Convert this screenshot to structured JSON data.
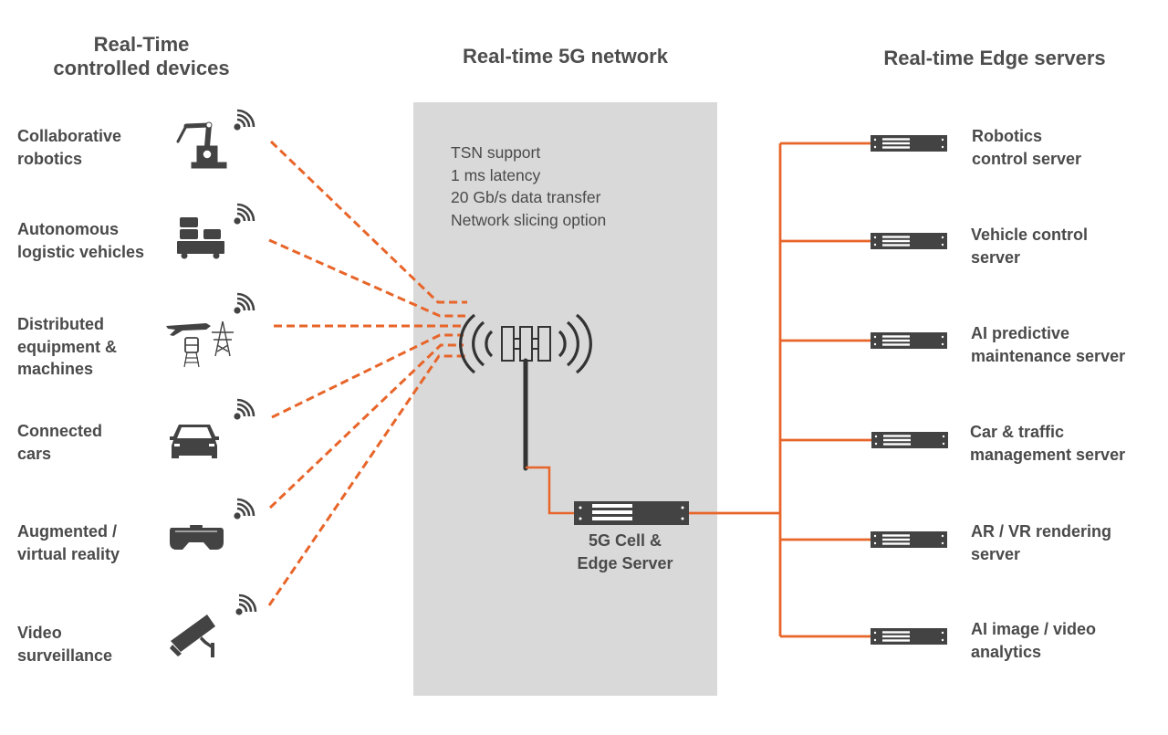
{
  "columns": {
    "devices_title": "Real-Time\ncontrolled devices",
    "devices_title_line1": "Real-Time",
    "devices_title_line2": "controlled devices",
    "network_title": "Real-time 5G network",
    "servers_title": "Real-time Edge servers"
  },
  "devices": [
    {
      "label": "Collaborative\nrobotics",
      "icon": "robot-arm-icon"
    },
    {
      "label": "Autonomous\nlogistic vehicles",
      "icon": "logistics-vehicle-icon"
    },
    {
      "label": "Distributed\nequipment &\nmachines",
      "icon": "equipment-machines-icon"
    },
    {
      "label": "Connected\ncars",
      "icon": "car-icon"
    },
    {
      "label": "Augmented /\nvirtual reality",
      "icon": "vr-headset-icon"
    },
    {
      "label": "Video\nsurveillance",
      "icon": "security-camera-icon"
    }
  ],
  "network": {
    "features": [
      "TSN support",
      "1 ms latency",
      "20 Gb/s data transfer",
      "Network slicing option"
    ],
    "cell_label": "5G Cell &\nEdge Server"
  },
  "servers": [
    {
      "label": "Robotics\ncontrol server"
    },
    {
      "label": "Vehicle control\nserver"
    },
    {
      "label": "AI predictive\nmaintenance server"
    },
    {
      "label": "Car & traffic\nmanagement server"
    },
    {
      "label": "AR / VR rendering\nserver"
    },
    {
      "label": "AI image / video\nanalytics"
    }
  ],
  "colors": {
    "accent": "#e8652a",
    "icon": "#434343",
    "panel": "#d9d9d9",
    "text": "#4a4a4a"
  }
}
